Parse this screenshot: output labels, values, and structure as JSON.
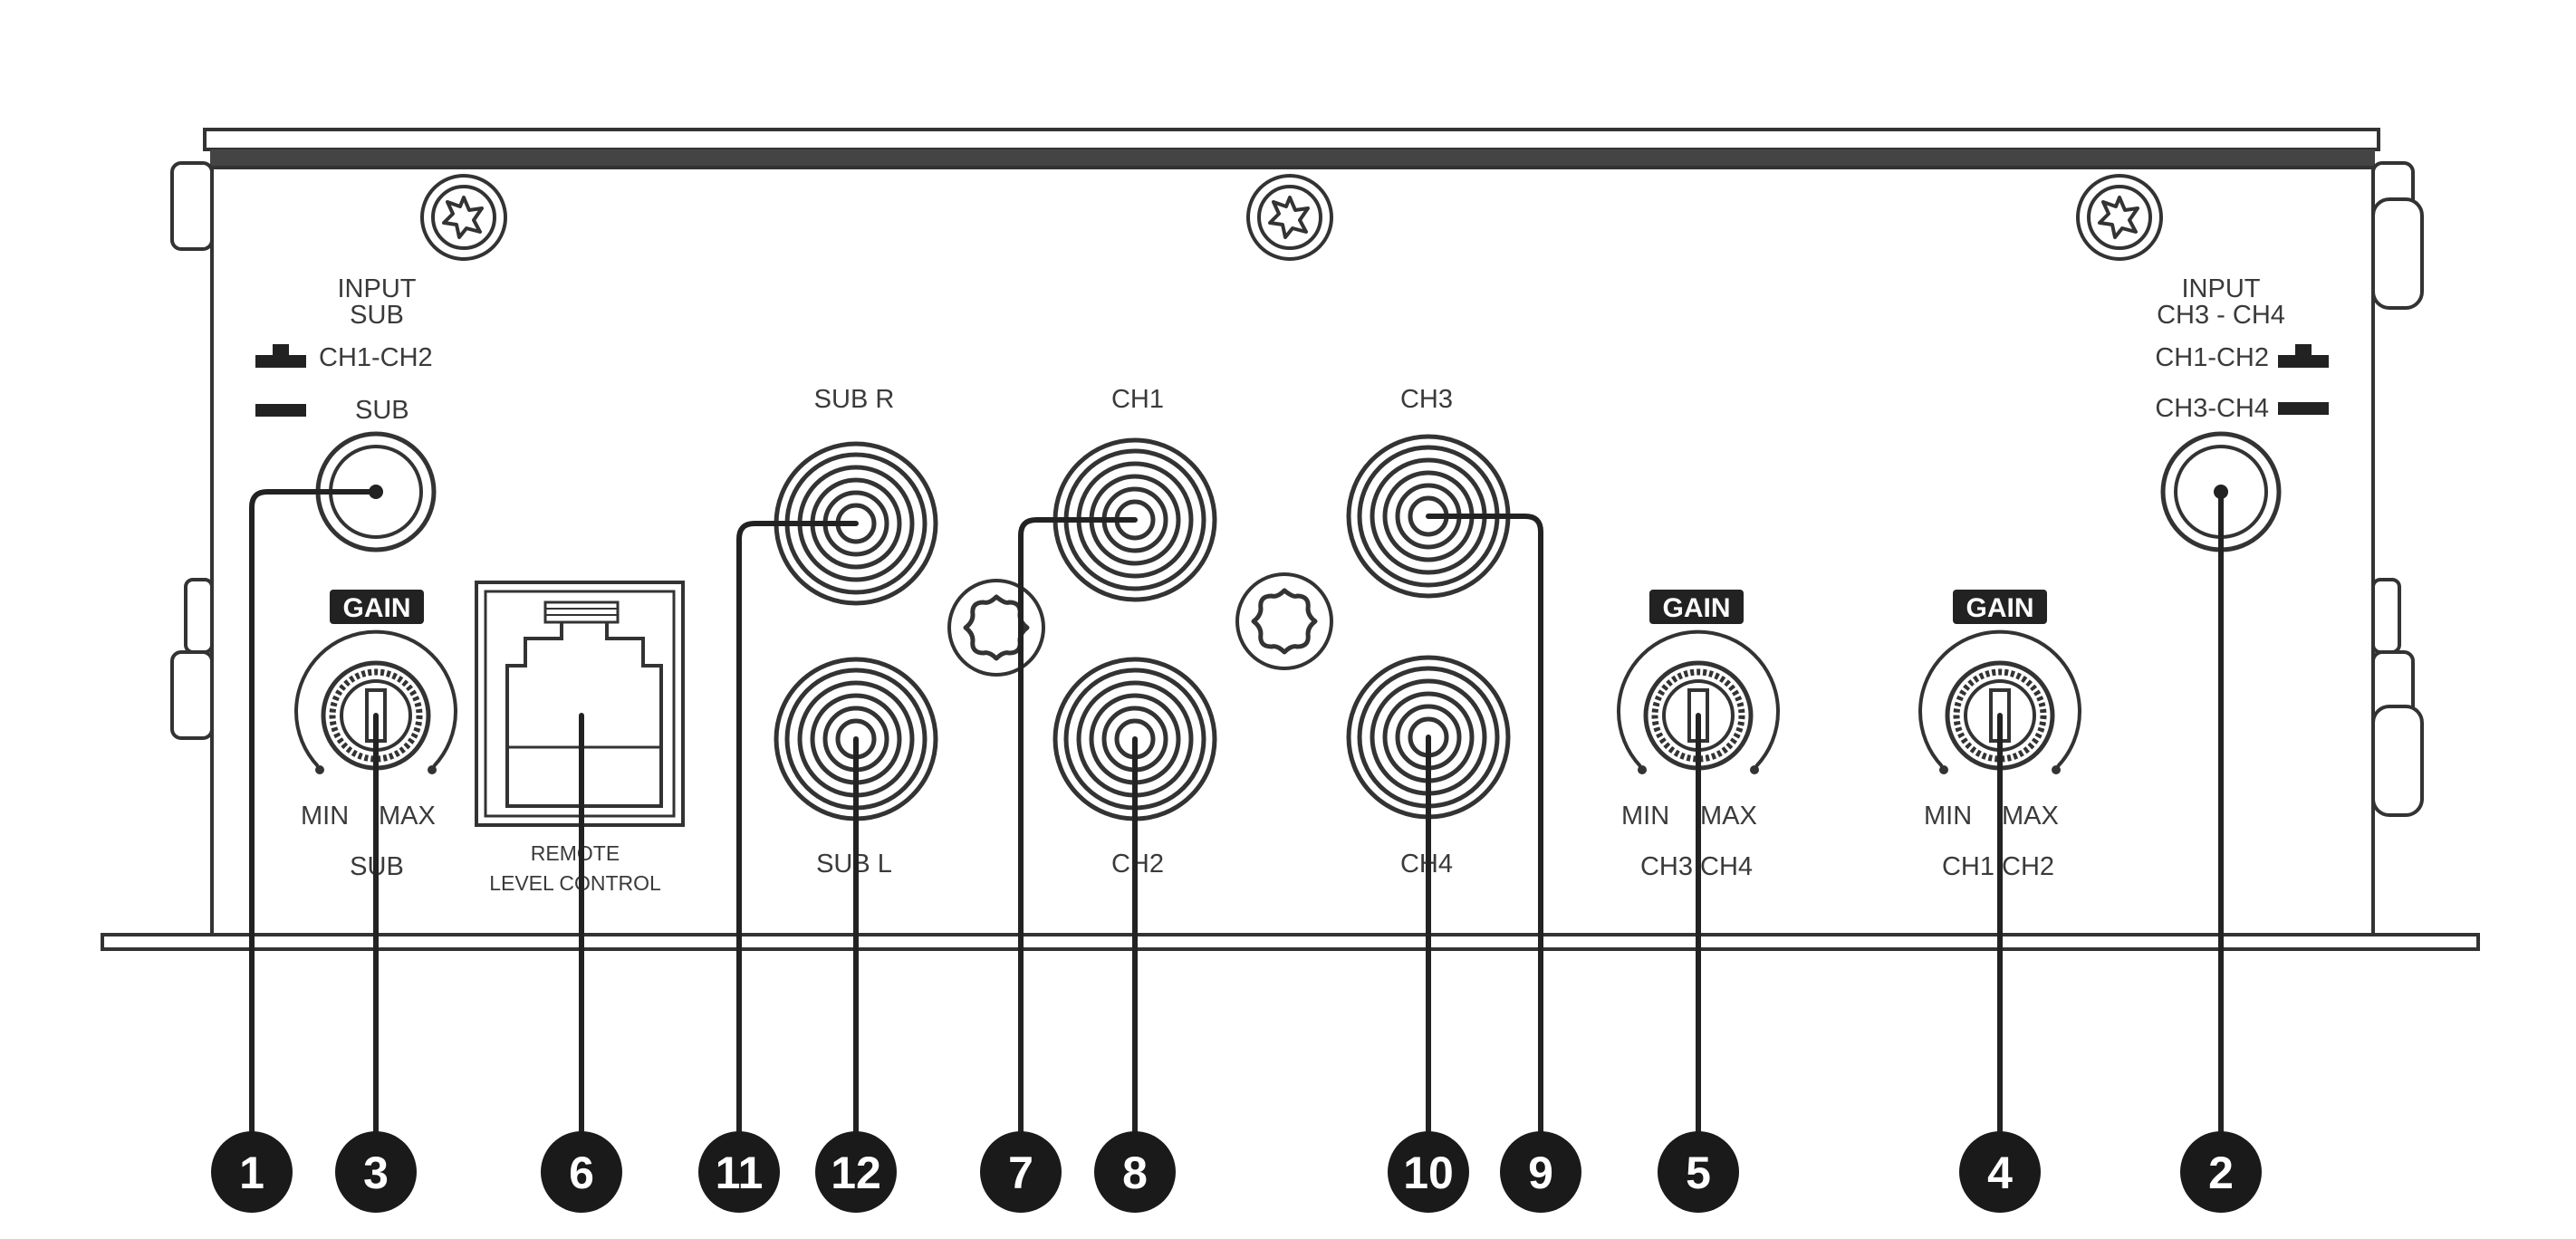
{
  "input_sub_switch": {
    "title": "INPUT",
    "subtitle": "SUB",
    "option_1": "CH1-CH2",
    "option_2": "SUB"
  },
  "input_ch34_switch": {
    "title": "INPUT",
    "subtitle": "CH3 - CH4",
    "option_1": "CH1-CH2",
    "option_2": "CH3-CH4"
  },
  "rca": {
    "sub_r": "SUB R",
    "sub_l": "SUB L",
    "ch1": "CH1",
    "ch2": "CH2",
    "ch3": "CH3",
    "ch4": "CH4"
  },
  "gain_sub": {
    "badge": "GAIN",
    "min": "MIN",
    "max": "MAX",
    "channel": "SUB"
  },
  "gain_ch34": {
    "badge": "GAIN",
    "min": "MIN",
    "max": "MAX",
    "channel": "CH3 CH4"
  },
  "gain_ch12": {
    "badge": "GAIN",
    "min": "MIN",
    "max": "MAX",
    "channel": "CH1 CH2"
  },
  "remote": {
    "line1": "REMOTE",
    "line2": "LEVEL CONTROL"
  },
  "callouts": [
    "1",
    "3",
    "6",
    "11",
    "12",
    "7",
    "8",
    "10",
    "9",
    "5",
    "4",
    "2"
  ]
}
